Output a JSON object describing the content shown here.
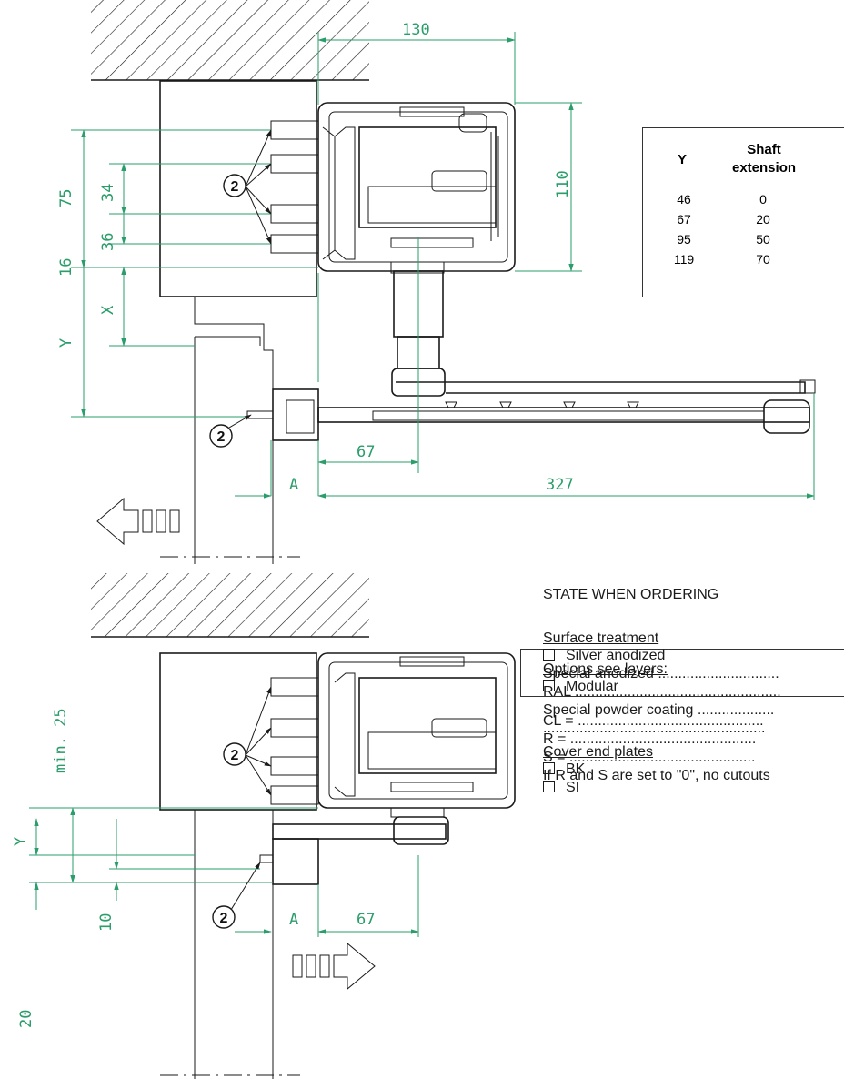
{
  "dimensions": {
    "top_width": "130",
    "height_110": "110",
    "d75": "75",
    "d34": "34",
    "d36": "36",
    "d16": "16",
    "dX": "X",
    "dY": "Y",
    "d67": "67",
    "dA": "A",
    "d327": "327",
    "min25": "min. 25",
    "bY": "Y",
    "b10": "10",
    "b20": "20",
    "bA": "A",
    "b67": "67"
  },
  "callouts": [
    "2",
    "2",
    "2",
    "2"
  ],
  "shaft_table": {
    "header_y": "Y",
    "header_shaft_1": "Shaft",
    "header_shaft_2": "extension",
    "rows": [
      {
        "y": "46",
        "ext": "0"
      },
      {
        "y": "67",
        "ext": "20"
      },
      {
        "y": "95",
        "ext": "50"
      },
      {
        "y": "119",
        "ext": "70"
      }
    ]
  },
  "ordering": {
    "title": "STATE WHEN ORDERING",
    "surface_heading": "Surface treatment",
    "silver": "Silver anodized",
    "special_anodized": "Special anodized ..............................",
    "ral": "RAL ...................................................",
    "powder": "Special powder coating ...................",
    "blank_line": ".......................................................",
    "cover_heading": "Cover end plates",
    "bk": "BK",
    "si": "SI",
    "options_heading": "Options see layers:",
    "modular": "Modular",
    "cl": "CL = ..............................................",
    "r": "R  = ..............................................",
    "s": "S  = ..............................................",
    "note": "If R and S are set to \"0\", no cutouts"
  },
  "colors": {
    "dimension": "#2a9d6a",
    "line": "#1a1a1a"
  }
}
